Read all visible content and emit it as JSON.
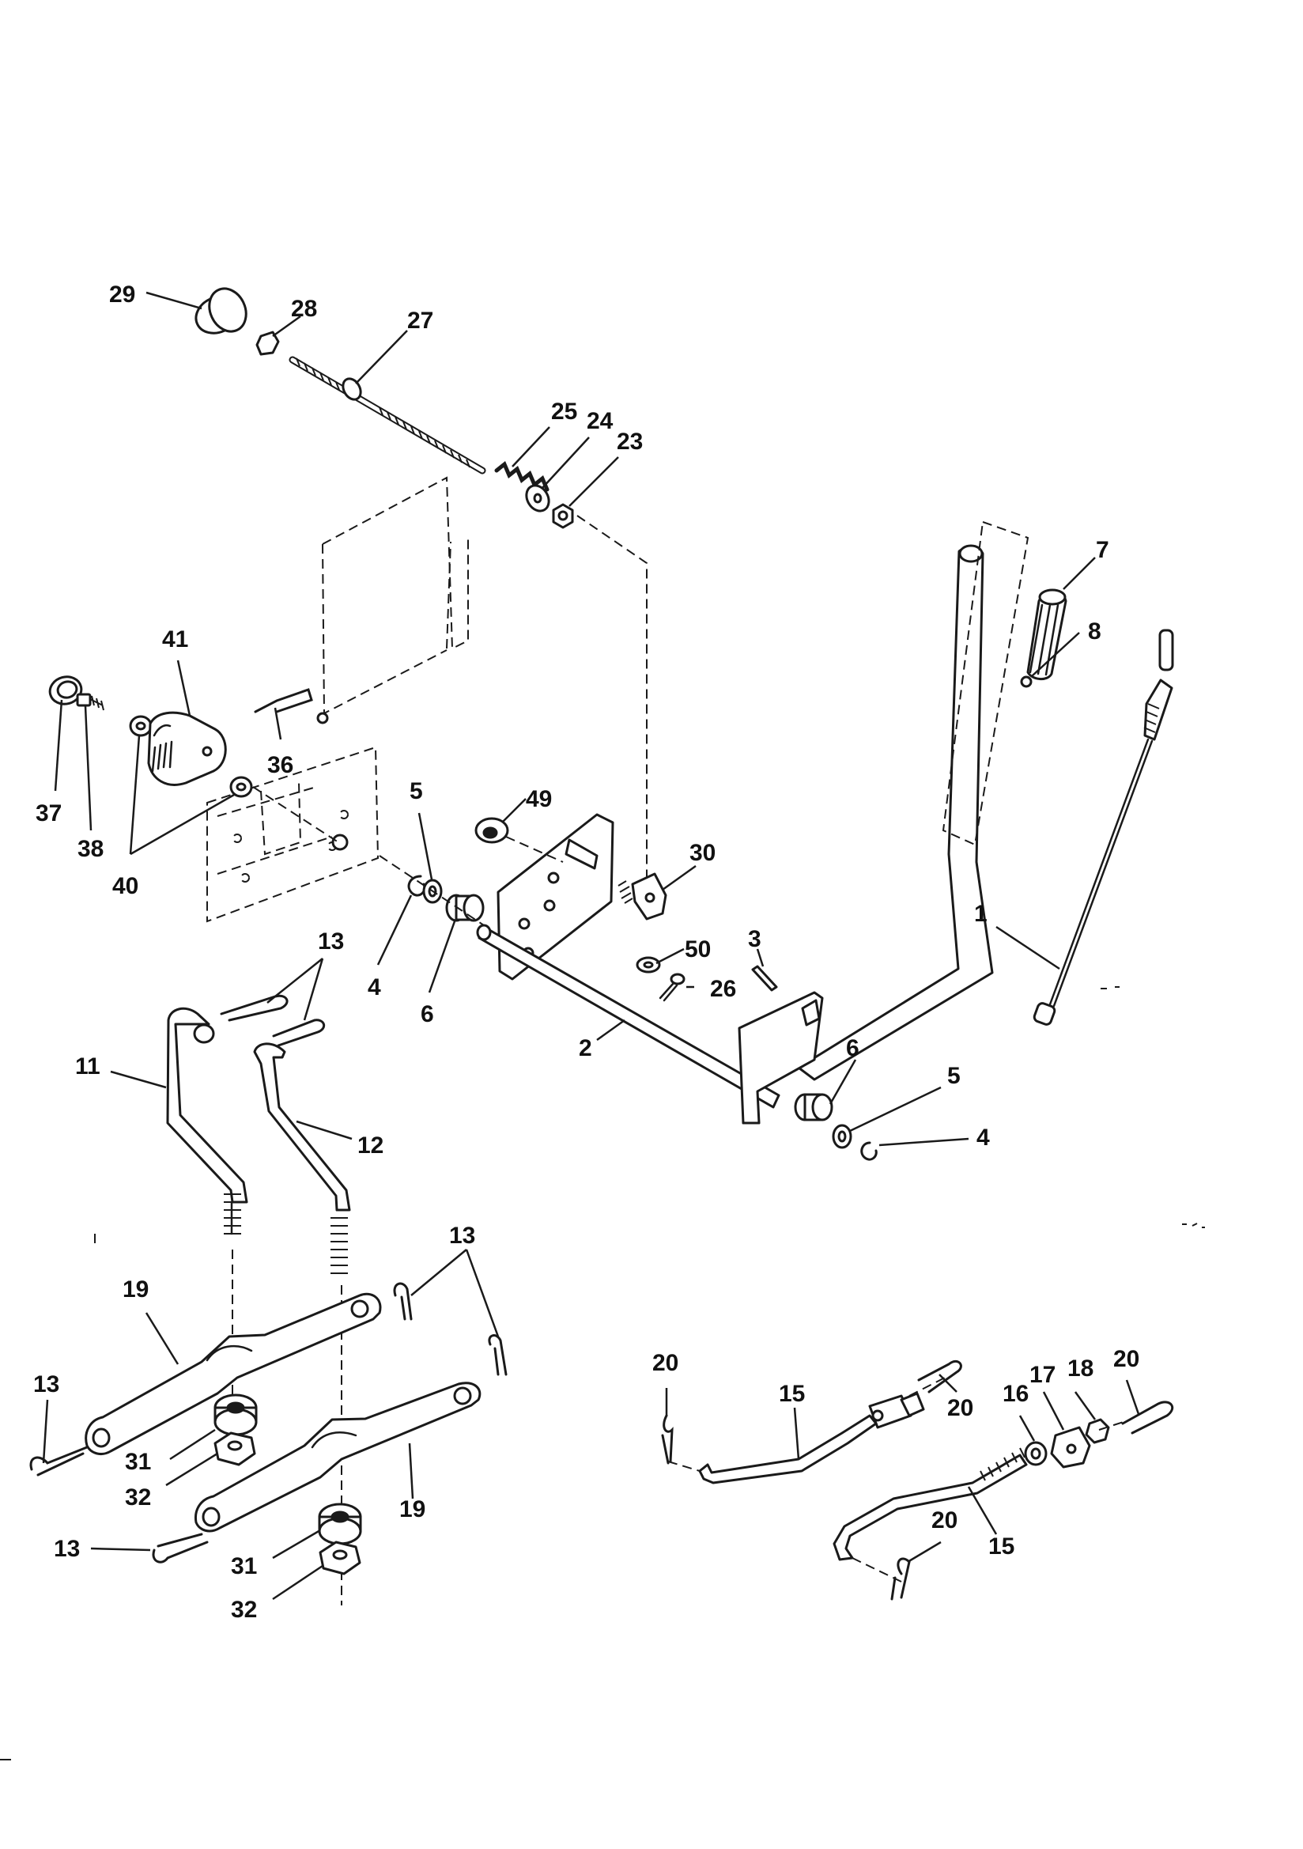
{
  "callouts": {
    "c1": "1",
    "c2": "2",
    "c3": "3",
    "c4a": "4",
    "c4b": "4",
    "c5a": "5",
    "c5b": "5",
    "c6a": "6",
    "c6b": "6",
    "c7": "7",
    "c8": "8",
    "c11": "11",
    "c12": "12",
    "c13a": "13",
    "c13b": "13",
    "c13c": "13",
    "c13d": "13",
    "c15a": "15",
    "c15b": "15",
    "c16": "16",
    "c17": "17",
    "c18": "18",
    "c19a": "19",
    "c19b": "19",
    "c20a": "20",
    "c20b": "20",
    "c20c": "20",
    "c20d": "20",
    "c23": "23",
    "c24": "24",
    "c25": "25",
    "c26": "26",
    "c27": "27",
    "c28": "28",
    "c29": "29",
    "c30": "30",
    "c31a": "31",
    "c31b": "31",
    "c32a": "32",
    "c32b": "32",
    "c36": "36",
    "c37": "37",
    "c38": "38",
    "c40": "40",
    "c41": "41",
    "c49": "49",
    "c50": "50"
  }
}
